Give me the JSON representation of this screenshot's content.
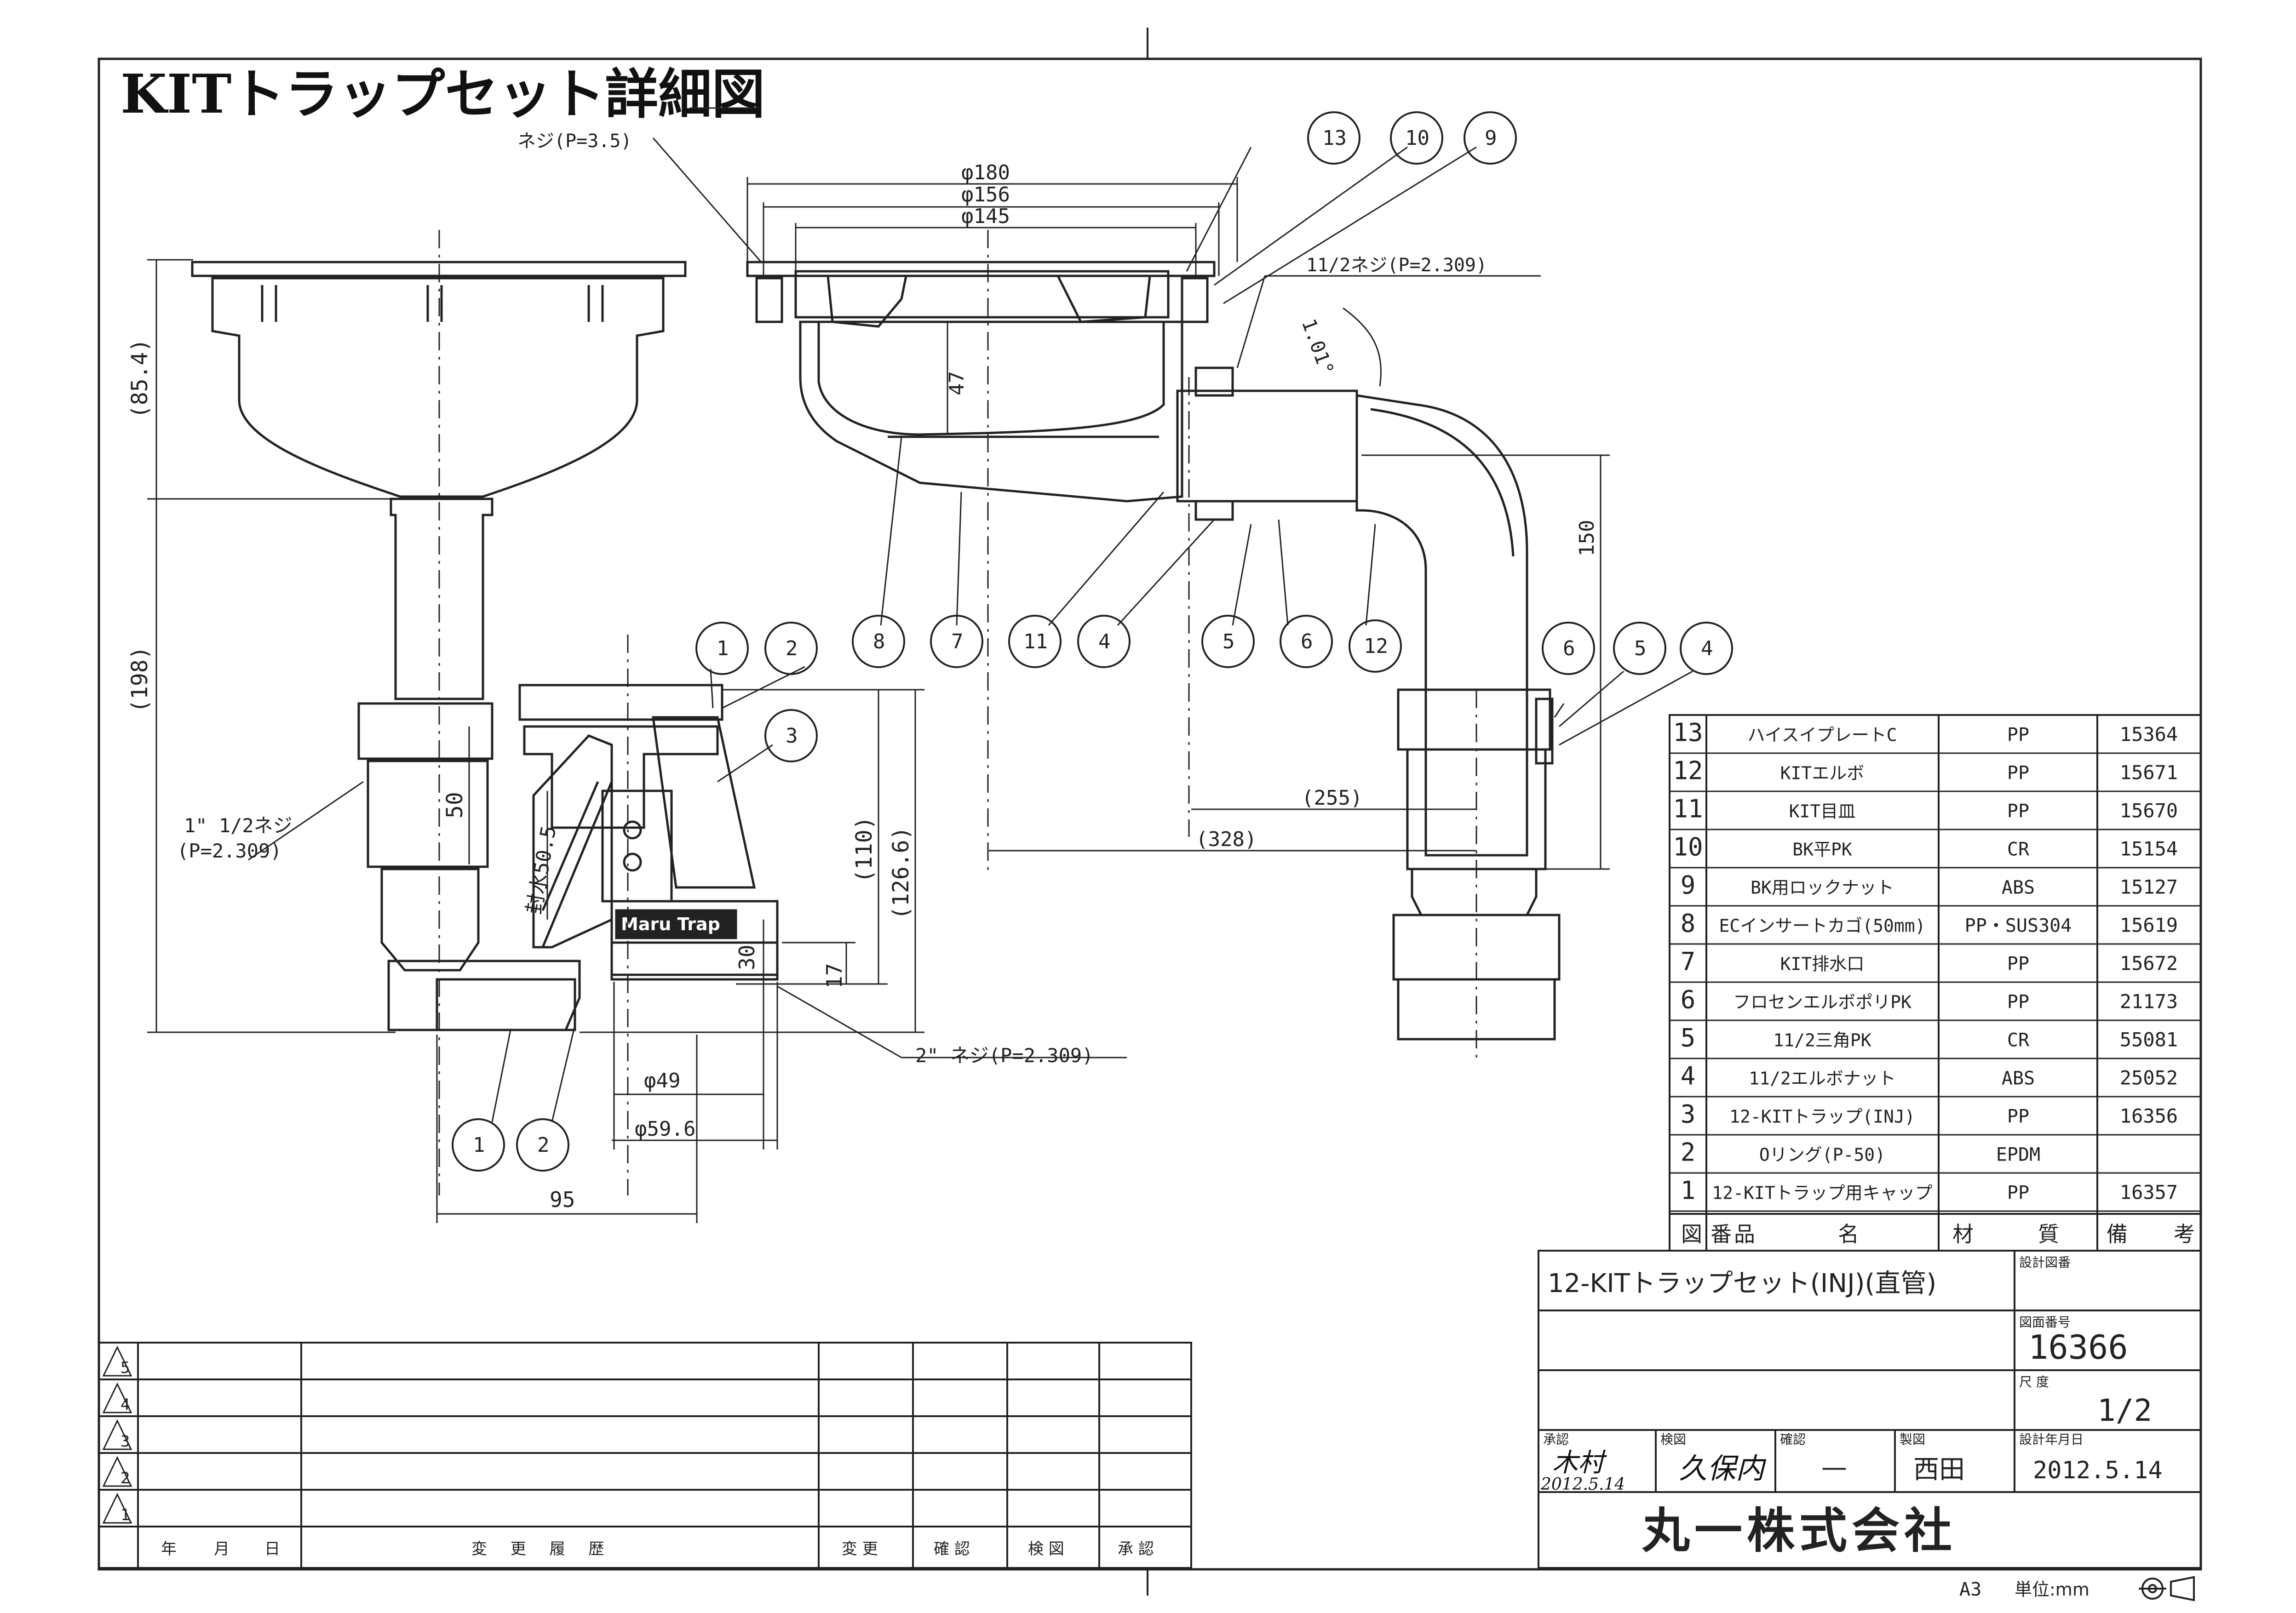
{
  "title": "KITトラップセット詳細図",
  "dimensions": {
    "screw_p35": "ネジ(P=3.5)",
    "phi180": "φ180",
    "phi156": "φ156",
    "phi145": "φ145",
    "screw_112": "11/2ネジ(P=2.309)",
    "d47": "47",
    "angle": "1.01°",
    "d854": "(85.4)",
    "d198": "(198)",
    "d150": "150",
    "d50": "50",
    "d505": "封水50.5",
    "d110": "(110)",
    "d1266": "(126.6)",
    "d30": "30",
    "d17": "17",
    "d255": "(255)",
    "d328": "(328)",
    "screw_1inch_a": "1\" 1/2ネジ",
    "screw_1inch_b": "(P=2.309)",
    "screw_2inch": "2\" ネジ(P=2.309)",
    "phi49": "φ49",
    "phi596": "φ59.6",
    "d95": "95",
    "brand": "Maru Trap"
  },
  "balloons": [
    "13",
    "10",
    "9",
    "8",
    "7",
    "11",
    "4",
    "5",
    "6",
    "12",
    "1",
    "2",
    "3",
    "6",
    "5",
    "4",
    "1",
    "2"
  ],
  "parts_header": {
    "no": "図番",
    "name": "品名",
    "material": "材質",
    "remarks": "備考"
  },
  "parts": [
    {
      "no": "13",
      "name": "ハイスイプレートC",
      "material": "PP",
      "code": "15364"
    },
    {
      "no": "12",
      "name": "KITエルボ",
      "material": "PP",
      "code": "15671"
    },
    {
      "no": "11",
      "name": "KIT目皿",
      "material": "PP",
      "code": "15670"
    },
    {
      "no": "10",
      "name": "BK平PK",
      "material": "CR",
      "code": "15154"
    },
    {
      "no": "9",
      "name": "BK用ロックナット",
      "material": "ABS",
      "code": "15127"
    },
    {
      "no": "8",
      "name": "ECインサートカゴ(50mm)",
      "material": "PP・SUS304",
      "code": "15619"
    },
    {
      "no": "7",
      "name": "KIT排水口",
      "material": "PP",
      "code": "15672"
    },
    {
      "no": "6",
      "name": "フロセンエルボポリPK",
      "material": "PP",
      "code": "21173"
    },
    {
      "no": "5",
      "name": "11/2三角PK",
      "material": "CR",
      "code": "55081"
    },
    {
      "no": "4",
      "name": "11/2エルボナット",
      "material": "ABS",
      "code": "25052"
    },
    {
      "no": "3",
      "name": "12-KITトラップ(INJ)",
      "material": "PP",
      "code": "16356"
    },
    {
      "no": "2",
      "name": "Oリング(P-50)",
      "material": "EPDM",
      "code": ""
    },
    {
      "no": "1",
      "name": "12-KITトラップ用キャップ",
      "material": "PP",
      "code": "16357"
    }
  ],
  "title_block": {
    "product": "12-KITトラップセット(INJ)(直管)",
    "design_no_label": "設計図番",
    "drawing_no_label": "図面番号",
    "drawing_no": "16366",
    "scale_label": "尺 度",
    "scale": "1/2",
    "approve_label": "承認",
    "approve_name": "木村",
    "approve_date": "2012.5.14",
    "check_label": "検図",
    "check_name": "久保内",
    "confirm_label": "確認",
    "confirm_name": "—",
    "draft_label": "製図",
    "draft_name": "西田",
    "date_label": "設計年月日",
    "date": "2012.5.14",
    "company": "丸一株式会社"
  },
  "revision_table": {
    "rows": [
      "5",
      "4",
      "3",
      "2",
      "1"
    ],
    "footer": [
      "年",
      "月",
      "日",
      "変 更 履 歴",
      "変 更",
      "確 認",
      "検 図",
      "承 認"
    ]
  },
  "footer": {
    "paper": "A3",
    "unit": "単位:mm"
  }
}
